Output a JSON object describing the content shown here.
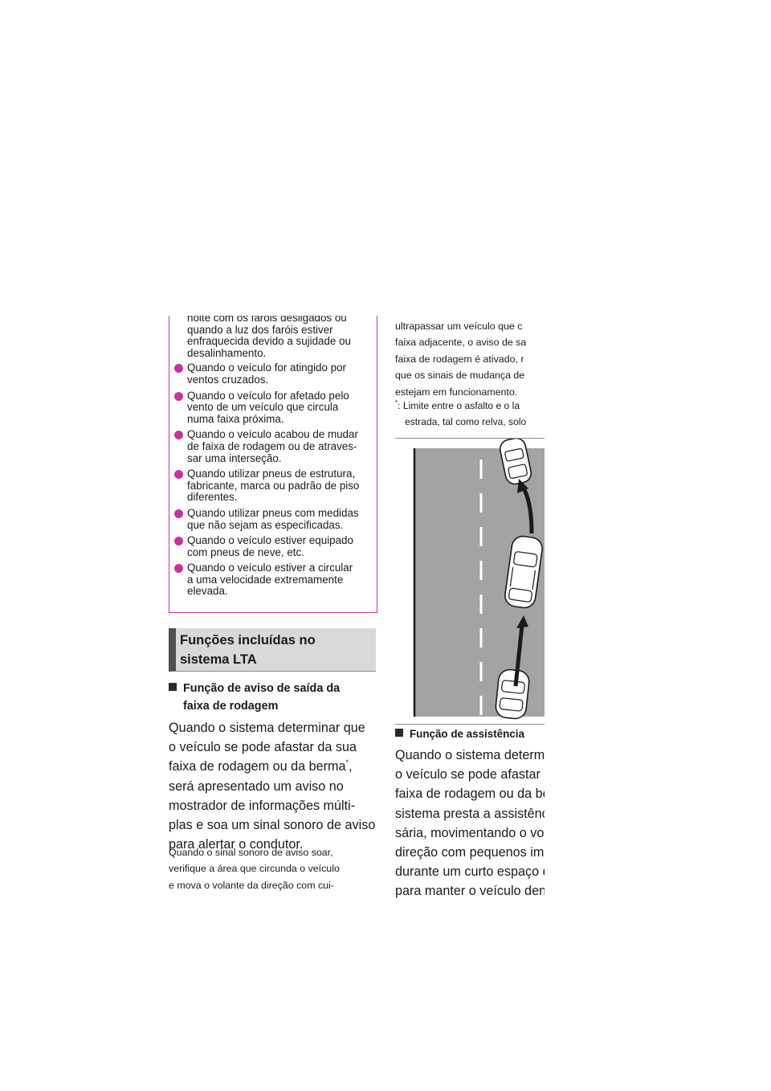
{
  "caution": {
    "cont_lines": [
      "noite com os faróis desligados ou",
      "quando a luz dos faróis estiver",
      "enfraquecida devido a sujidade ou",
      "desalinhamento."
    ],
    "items": [
      {
        "lines": [
          "Quando o veículo for atingido por",
          "ventos cruzados."
        ]
      },
      {
        "lines": [
          "Quando o veículo for afetado pelo",
          "vento de um veículo que circula",
          "numa faixa próxima."
        ]
      },
      {
        "lines": [
          "Quando o veículo acabou de mudar",
          "de faixa de rodagem ou de atraves-",
          "sar uma interseção."
        ]
      },
      {
        "lines": [
          "Quando utilizar pneus de estrutura,",
          "fabricante, marca ou padrão de piso",
          "diferentes."
        ]
      },
      {
        "lines": [
          "Quando utilizar pneus com medidas",
          "que não sejam as especificadas."
        ]
      },
      {
        "lines": [
          "Quando o veículo estiver equipado",
          "com pneus de neve, etc."
        ]
      },
      {
        "lines": [
          "Quando o veículo estiver a circular",
          "a uma velocidade extremamente",
          "elevada."
        ]
      }
    ],
    "bullet_color": "#c8329c"
  },
  "section": {
    "line1": "Funções incluídas no",
    "line2": "sistema LTA"
  },
  "departure": {
    "heading1": "Função de aviso de saída da",
    "heading2": "faixa de rodagem",
    "body": [
      "Quando o sistema determinar que",
      "o veículo se pode afastar da sua",
      "faixa de rodagem ou da berma",
      "será apresentado um aviso no",
      "mostrador de informações múlti-",
      "plas e soa um sinal sonoro de aviso",
      "para alertar o condutor."
    ],
    "footnote_mark": "*",
    "comma": ",",
    "note": [
      "Quando o sinal sonoro de aviso soar,",
      "verifique a área que circunda o veículo",
      "e mova o volante da direção com cui-"
    ]
  },
  "right": {
    "top_lines": [
      "ultrapassar um veículo que c",
      "faixa adjacente, o aviso de sa",
      "faixa de rodagem é ativado, r",
      "que os sinais de mudança de",
      "estejam em funcionamento."
    ],
    "footnote_mark": "*",
    "footnote_1": ": Limite entre o asfalto e o la",
    "footnote_2": "estrada, tal como relva, solo",
    "assist_heading": "Função de assistência",
    "assist_body": [
      "Quando o sistema determ",
      "o veículo se pode afastar",
      "faixa de rodagem ou da be",
      "sistema presta a assistênc",
      "sária, movimentando o vo",
      "direção com pequenos im",
      "durante um curto espaço d",
      "para manter o veículo den"
    ]
  },
  "illustration": {
    "road_color": "#a3a3a5",
    "icons": [
      "road-icon",
      "car-icon",
      "arrow-icon"
    ]
  }
}
